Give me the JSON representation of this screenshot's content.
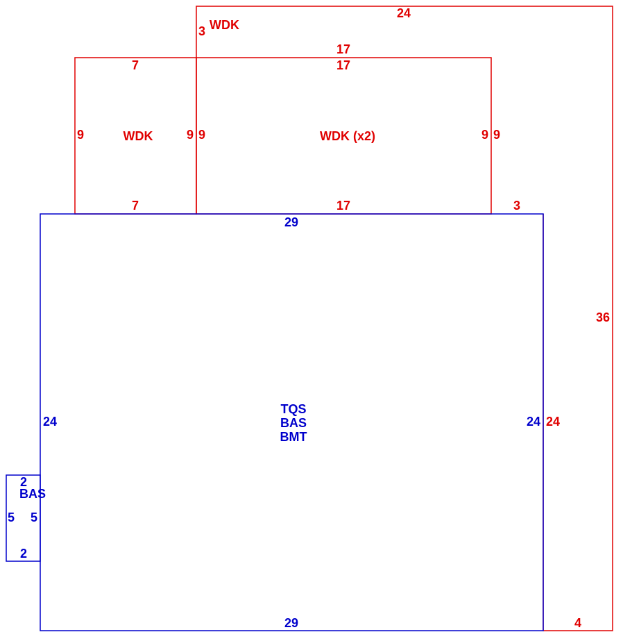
{
  "colors": {
    "deck": "#e00000",
    "living": "#0000cc"
  },
  "deck_outer": {
    "label": "WDK",
    "dims": {
      "top": "24",
      "right": "36",
      "bottom": "4",
      "left_small": "3",
      "right_inner": "24"
    }
  },
  "deck_mid": {
    "label": "WDK (x2)",
    "dims": {
      "top_outer": "17",
      "top": "17",
      "bottom": "17",
      "left": "9",
      "right": "9",
      "right_outer": "9",
      "bottom_right": "3"
    }
  },
  "deck_small": {
    "label": "WDK",
    "dims": {
      "top": "7",
      "bottom": "7",
      "left": "9",
      "right": "9"
    }
  },
  "main_area": {
    "labels": [
      "TQS",
      "BAS",
      "BMT"
    ],
    "dims": {
      "top": "29",
      "bottom": "29",
      "left": "24",
      "right": "24"
    }
  },
  "bump_out": {
    "label": "BAS",
    "dims": {
      "top": "2",
      "bottom": "2",
      "left": "5",
      "right": "5"
    }
  }
}
